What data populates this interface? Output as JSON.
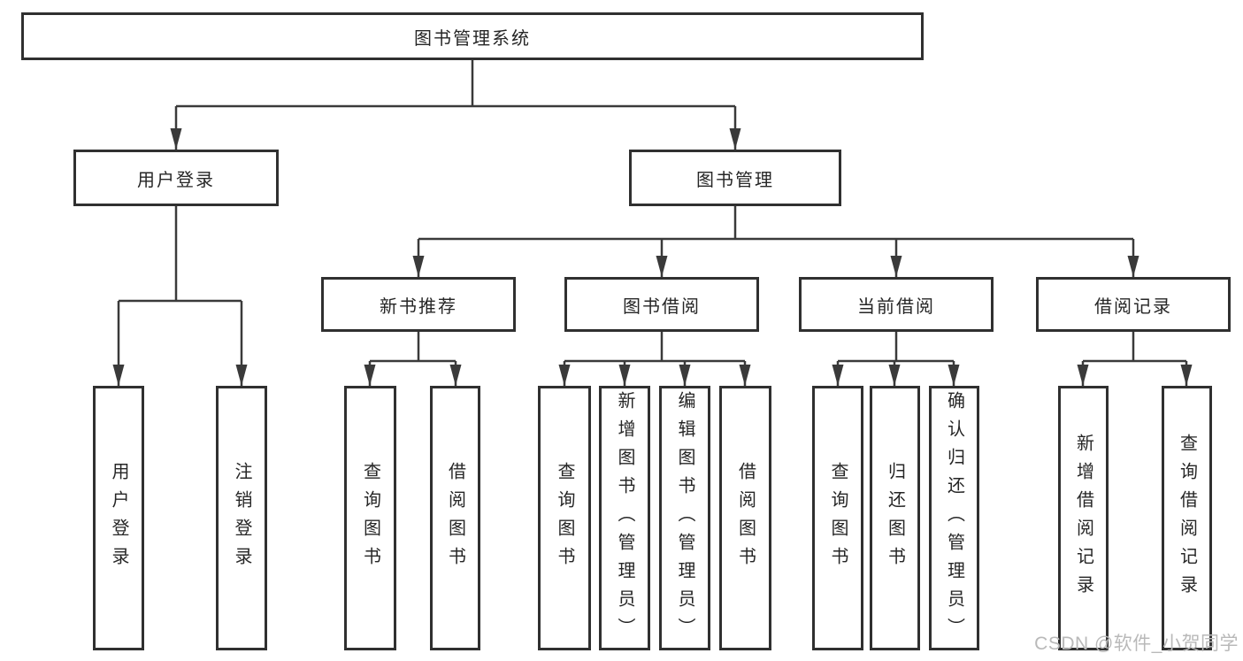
{
  "colors": {
    "line": "#3a3a3a",
    "border": "#303030",
    "text": "#262626",
    "background": "#ffffff",
    "watermark": "#b9b9b9"
  },
  "tree": {
    "root": {
      "label": "图书管理系统"
    },
    "branches": [
      {
        "label": "用户登录",
        "children": [
          {
            "label": "用户登录"
          },
          {
            "label": "注销登录"
          }
        ]
      },
      {
        "label": "图书管理",
        "sections": [
          {
            "label": "新书推荐",
            "children": [
              {
                "label": "查询图书"
              },
              {
                "label": "借阅图书"
              }
            ]
          },
          {
            "label": "图书借阅",
            "children": [
              {
                "label": "查询图书"
              },
              {
                "label": "新增图书（管理员）"
              },
              {
                "label": "编辑图书（管理员）"
              },
              {
                "label": "借阅图书"
              }
            ]
          },
          {
            "label": "当前借阅",
            "children": [
              {
                "label": "查询图书"
              },
              {
                "label": "归还图书"
              },
              {
                "label": "确认归还（管理员）"
              }
            ]
          },
          {
            "label": "借阅记录",
            "children": [
              {
                "label": "新增借阅记录"
              },
              {
                "label": "查询借阅记录"
              }
            ]
          }
        ]
      }
    ]
  },
  "watermark": {
    "text": "CSDN @软件_小贺同学"
  }
}
